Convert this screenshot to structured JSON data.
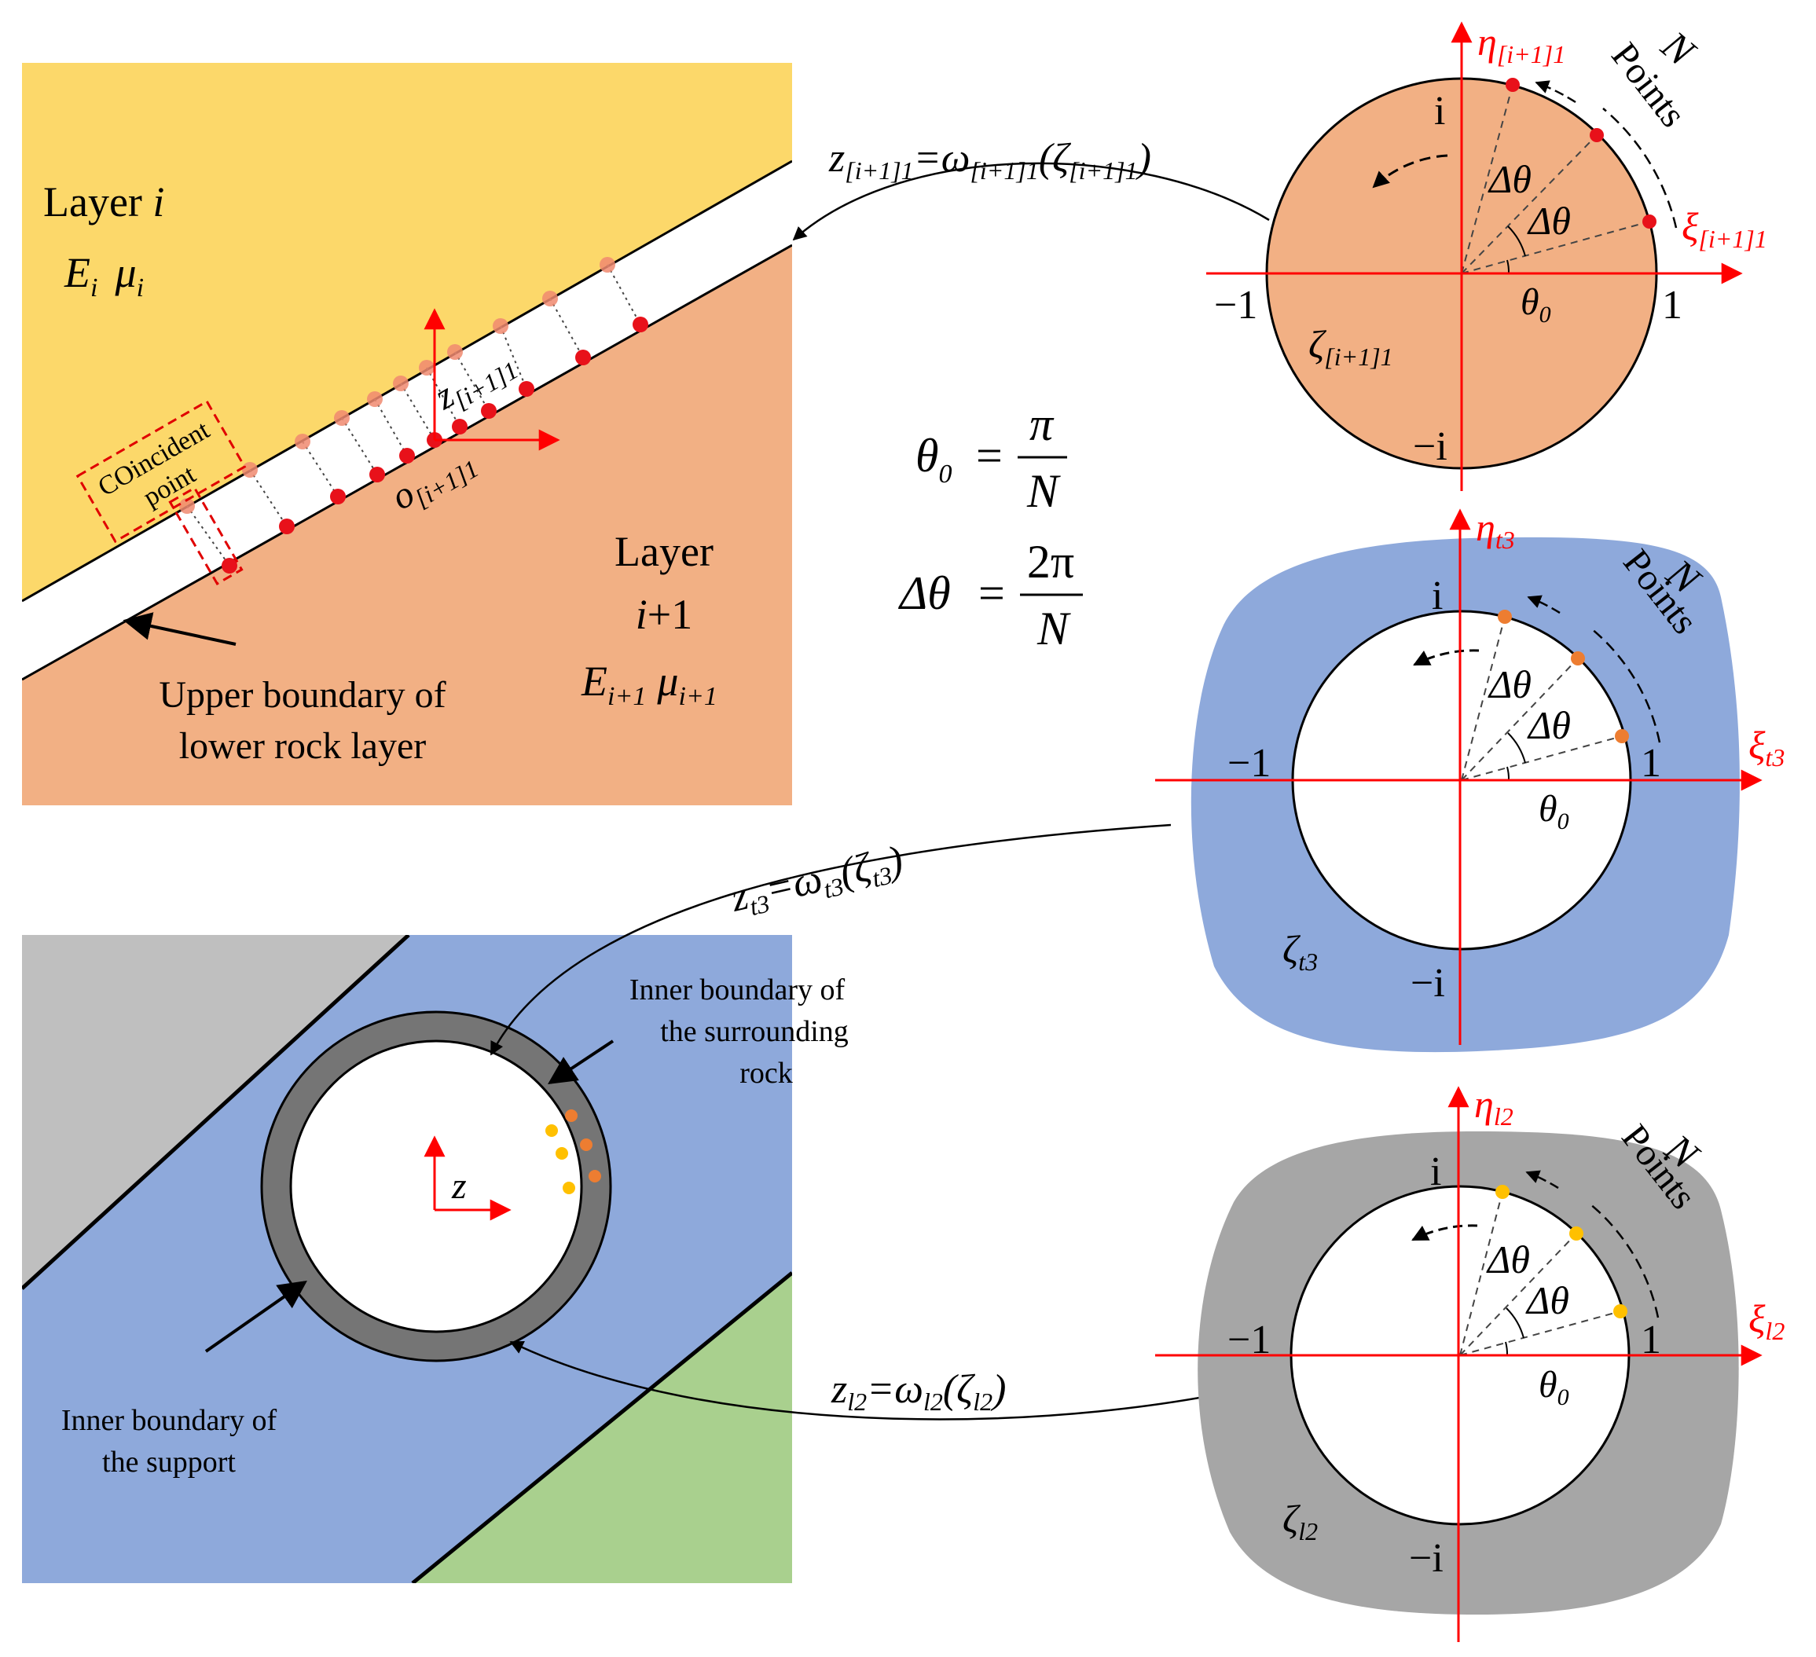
{
  "layers_panel": {
    "layer_i_title": "Layer ",
    "layer_i_var": "i",
    "layer_i_props_E": "E",
    "layer_i_props_E_sub": "i",
    "layer_i_props_mu": "μ",
    "layer_i_props_mu_sub": "i",
    "layer_i1_line1": "Layer",
    "layer_i1_line2": "i",
    "layer_i1_line2_tail": "+1",
    "layer_i1_props_E": "E",
    "layer_i1_props_E_sub": "i+1",
    "layer_i1_props_mu": "μ",
    "layer_i1_props_mu_sub": "i+1",
    "coincident_line1": "COincident",
    "coincident_line2": "point",
    "z_label": "z",
    "z_sub": "[i+1]1",
    "o_label": "o",
    "o_sub": "[i+1]1",
    "upper_boundary_line1": "Upper boundary of",
    "upper_boundary_line2": "lower rock layer"
  },
  "tunnel_panel": {
    "z_label": "z",
    "surrounding_line1": "Inner boundary of",
    "surrounding_line2": "the surrounding",
    "surrounding_line3": "rock",
    "support_line1": "Inner boundary of",
    "support_line2": "the support"
  },
  "mappings": {
    "top": {
      "lhs": "z",
      "lhs_sub": "[i+1]1",
      "eq": "=ω",
      "eq_sub": "[i+1]1",
      "arg_open": "(ζ",
      "arg_sub": "[i+1]1",
      "arg_close": ")"
    },
    "mid": {
      "lhs": "z",
      "lhs_sub": "t3",
      "eq": "=ω",
      "eq_sub": "t3",
      "arg_open": "(ζ",
      "arg_sub": "t3",
      "arg_close": ")"
    },
    "bottom": {
      "lhs": "z",
      "lhs_sub": "l2",
      "eq": "=ω",
      "eq_sub": "l2",
      "arg_open": "(ζ",
      "arg_sub": "l2",
      "arg_close": ")"
    }
  },
  "formulas": {
    "theta0_lhs": "θ",
    "theta0_sub": "0",
    "eq": "=",
    "theta0_num": "π",
    "theta0_den": "N",
    "dtheta_lhs": "Δθ",
    "dtheta_num": "2π",
    "dtheta_den": "N"
  },
  "planes": {
    "top": {
      "eta": "η",
      "eta_sub": "[i+1]1",
      "xi": "ξ",
      "xi_sub": "[i+1]1",
      "zeta": "ζ",
      "zeta_sub": "[i+1]1",
      "pos_i": "i",
      "neg_i": "−i",
      "neg_one": "−1",
      "pos_one": "1",
      "dtheta": "Δθ",
      "theta0": "θ",
      "theta0_sub": "0",
      "N": "N",
      "points": "Points"
    },
    "mid": {
      "eta": "η",
      "eta_sub": "t3",
      "xi": "ξ",
      "xi_sub": "t3",
      "zeta": "ζ",
      "zeta_sub": "t3",
      "pos_i": "i",
      "neg_i": "−i",
      "neg_one": "−1",
      "pos_one": "1",
      "dtheta": "Δθ",
      "theta0": "θ",
      "theta0_sub": "0",
      "N": "N",
      "points": "Points"
    },
    "bottom": {
      "eta": "η",
      "eta_sub": "l2",
      "xi": "ξ",
      "xi_sub": "l2",
      "zeta": "ζ",
      "zeta_sub": "l2",
      "pos_i": "i",
      "neg_i": "−i",
      "neg_one": "−1",
      "pos_one": "1",
      "dtheta": "Δθ",
      "theta0": "θ",
      "theta0_sub": "0",
      "N": "N",
      "points": "Points"
    }
  },
  "colors": {
    "layer_upper": "#FCD86A",
    "layer_lower": "#F2B084",
    "rock_blue": "#8EA9DB",
    "support_grey": "#A6A6A6",
    "grey_block": "#BFBFBF",
    "green_block": "#A9D08E",
    "support_ring": "#757575",
    "axis_red": "#FF0000",
    "point_red": "#E8111A",
    "point_orange": "#ED7D31",
    "point_yellow": "#FFC000"
  }
}
